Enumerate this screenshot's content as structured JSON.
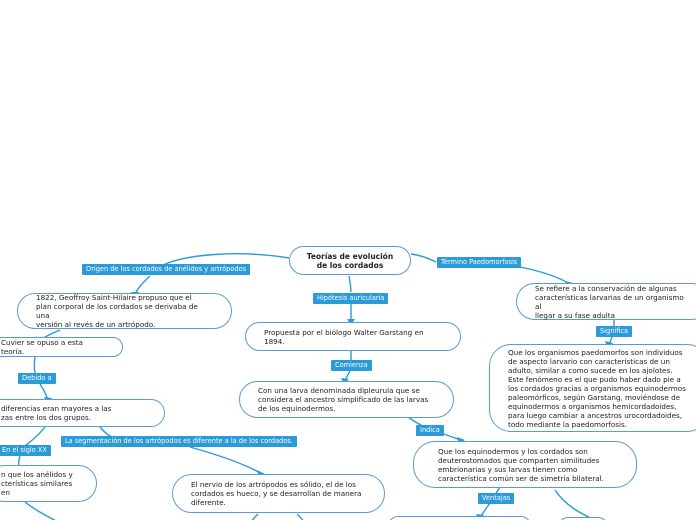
{
  "root": {
    "title": "Teorías de evolución\nde los cordados"
  },
  "labels": {
    "origen": "Origen de los cordados de anélidos y artrópodos",
    "hipotesis": "Hipótesis auricularia",
    "termino": "Término Paedomorfosis",
    "comienza": "Comienza",
    "significa": "Significa",
    "debido": "Debido a",
    "indica": "Indica",
    "segmentacion": "La segmentación de los artrópodos es diferente a la de los cordados.",
    "siglo": "En el siglo XX",
    "ventajas": "Ventajas"
  },
  "nodes": {
    "saint_hilaire": "1822,  Geoffroy Saint-Hilaire propuso que el\nplan corporal de los cordados se derivaba de una\nversión al revés de un artrópodo.",
    "cuvier": "Cuvier se opuso a esta teoría.",
    "diferencias": "diferencias eran mayores a las\nzas entre los dos grupos.",
    "anelidos": "n que los anélidos y\ncterísticas similares en",
    "nervio": "El nervio de los artrópodos es sólido, el de los\ncordados es hueco, y se desarrollan de manera\ndiferente.",
    "garstang": "Propuesta por el biólogo Walter Garstang en\n1894.",
    "dipleurula": "Con una larva denominada dipleurula que se\nconsidera el ancestro simplificado de las larvas\nde los equinodermos.",
    "equinodermos": "Que los equinodermos y los cordados son\ndeuterostomados que comparten similitudes\nembrionarias y sus larvas tienen como\ncaracterística común ser de simetría bilateral.",
    "conservacion": "Se refiere a la conservación de algunas\ncaracterísticas larvarias de un organismo al\nllegar a su fase adulta",
    "paedomorfos": "Que los organismos paedomorfos son individuos\nde aspecto larvario con características de un\nadulto, similar a como sucede en los ajolotes.\nEste fenómeno es el que pudo haber dado pie a\nlos cordados gracias a organismos equinodermos\npaleomórficos, según Garstang, moviéndose de\nequinodermos a organismos hemicordadoides,\npara luego cambiar a ancestros urocordadoides,\ntodo mediante la paedomorfosis."
  },
  "colors": {
    "line": "#2a9ad9",
    "border": "#5b9bd5",
    "tag": "#2a9ad9"
  }
}
